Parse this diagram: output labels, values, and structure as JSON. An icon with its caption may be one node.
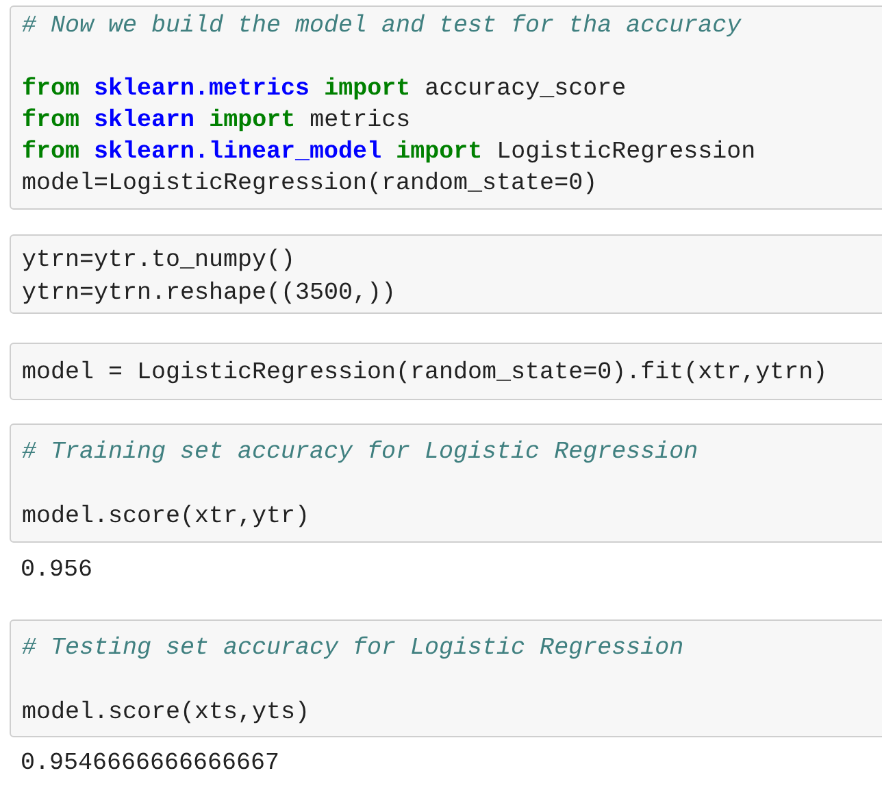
{
  "diagram": {
    "nodes": [
      {
        "text": [
          "# Now we build the model and test for tha accuracy",
          "**from** **sklearn.metrics** **import** accuracy_score",
          "**from** **sklearn** **import** metrics",
          "**from** **sklearn.linear_model** **import** LogisticRegression",
          "model=LogisticRegression(random_state=0)"
        ]
      },
      {
        "text": [
          "ytrn=ytr.to_numpy()",
          "ytrn=ytrn.reshape((3500,))"
        ]
      },
      {
        "text": [
          "model = LogisticRegression(random_state=0).fit(xtr,ytrn)"
        ]
      },
      {
        "text": [
          "# Training set accuracy for Logistic Regression",
          "model.score(xtr,ytr)"
        ]
      },
      {
        "text": [
          "# Testing set accuracy for Logistic Regression",
          "model.score(xts,yts)"
        ]
      }
    ],
    "labels": [
      "0.956",
      "0.9546666666666667"
    ]
  }
}
